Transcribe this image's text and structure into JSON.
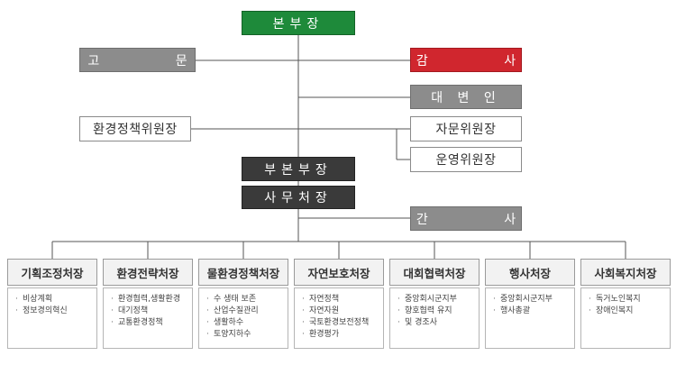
{
  "top": {
    "label": "본부장",
    "color": "#1e8a3a"
  },
  "advisor": {
    "label": "고 문"
  },
  "auditor": {
    "label": "감 사",
    "color": "#d0262e"
  },
  "spokesperson": {
    "label": "대 변 인"
  },
  "env_policy_committee": {
    "label": "환경정책위원장"
  },
  "advisory_committee": {
    "label": "자문위원장"
  },
  "steering_committee": {
    "label": "운영위원장"
  },
  "deputy": {
    "label": "부본부장"
  },
  "secretary_general": {
    "label": "사무처장"
  },
  "coordinator": {
    "label": "간 사"
  },
  "departments": [
    {
      "title": "기획조정처장",
      "items": [
        "비상계획",
        "정보경의혁신"
      ]
    },
    {
      "title": "환경전략처장",
      "items": [
        "환경협력,생활환경",
        "대기정책",
        "교통환경정책"
      ]
    },
    {
      "title": "물환경정책처장",
      "items": [
        "수 생태 보존",
        "산업수질관리",
        "생활하수",
        "토양지하수"
      ]
    },
    {
      "title": "자연보호처장",
      "items": [
        "자연정책",
        "자연자원",
        "국토환경보전정책",
        "환경평가"
      ]
    },
    {
      "title": "대회협력처장",
      "items": [
        "중앙회시군지부",
        "향호협력 유지",
        "및 경조사"
      ]
    },
    {
      "title": "행사처장",
      "items": [
        "중앙회시군지부",
        "행사총괄"
      ]
    },
    {
      "title": "사회복지처장",
      "items": [
        "독거노인복지",
        "장애인복지"
      ]
    }
  ]
}
